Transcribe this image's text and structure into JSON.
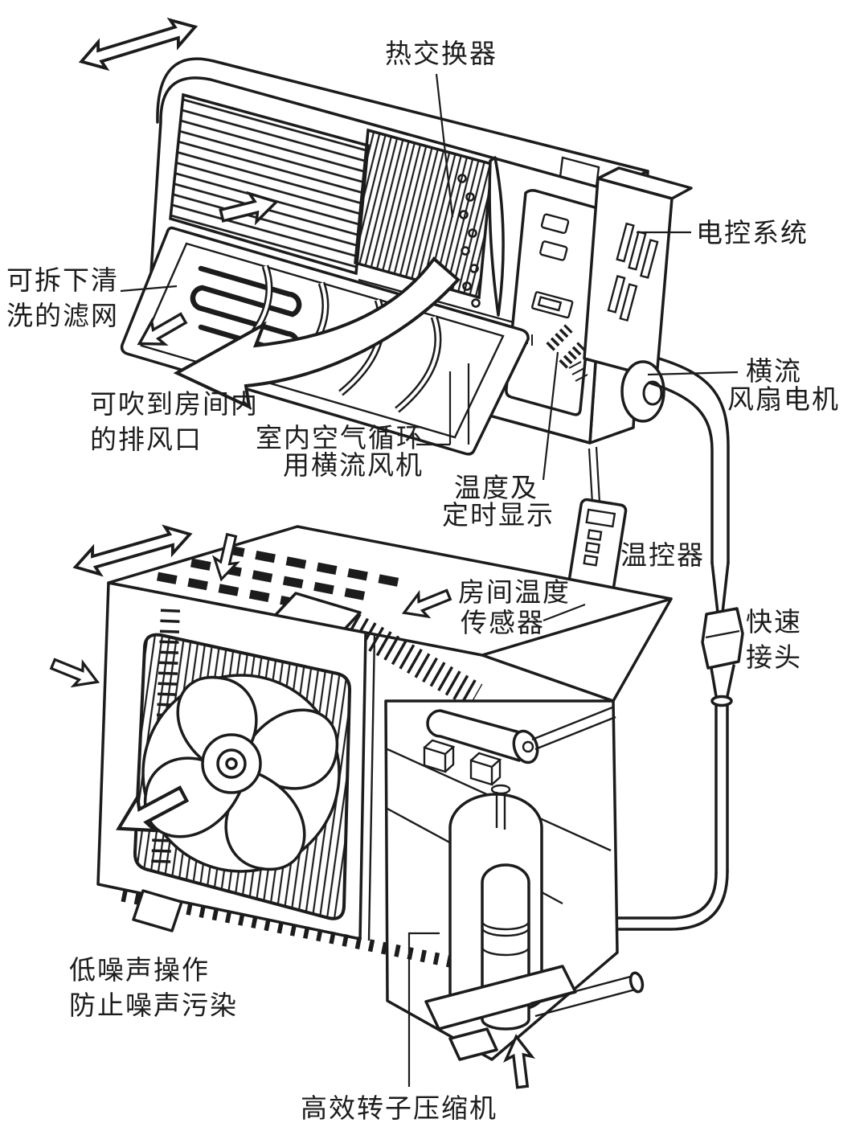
{
  "diagram": {
    "type": "technical-illustration",
    "subject": "split air conditioner indoor and outdoor units",
    "colors": {
      "line": "#1c1c1c",
      "background": "#ffffff"
    },
    "labels": {
      "heat_exchanger": "热交换器",
      "electric_control_system": "电控系统",
      "removable_filter": [
        "可拆下清",
        "洗的滤网"
      ],
      "room_air_outlet": [
        "可吹到房间内",
        "的排风口"
      ],
      "indoor_crossflow_fan": [
        "室内空气循环",
        "用横流风机"
      ],
      "temp_timer_display": [
        "温度及",
        "定时显示"
      ],
      "crossflow_fan_motor": [
        "横流",
        "风扇电机"
      ],
      "thermostat": "温控器",
      "room_temp_sensor": [
        "房间温度",
        "传感器"
      ],
      "quick_connector": [
        "快速",
        "接头"
      ],
      "low_noise": [
        "低噪声操作",
        "防止噪声污染"
      ],
      "rotary_compressor": "高效转子压缩机"
    }
  }
}
